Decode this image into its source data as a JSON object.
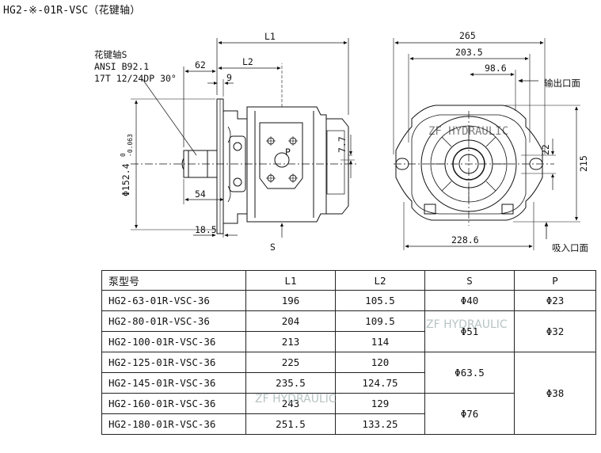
{
  "title": "HG2-※-01R-VSC（花键轴）",
  "watermark": "ZF HYDRAULIC",
  "side_view": {
    "spline_label": "花键轴S",
    "spline_std": "ANSI B92.1",
    "spline_spec": "17T 12/24DP 30°",
    "dim_L1": "L1",
    "dim_L2": "L2",
    "dim_62": "62",
    "dim_9": "9",
    "dim_54": "54",
    "dim_18_5": "18.5",
    "dim_7_7": "7.7",
    "dim_diameter": "Φ152.4",
    "dim_tol_upper": "0",
    "dim_tol_lower": "-0.063",
    "label_P": "P",
    "label_S": "S"
  },
  "front_view": {
    "dim_265": "265",
    "dim_203_5": "203.5",
    "dim_98_6": "98.6",
    "dim_22": "22",
    "dim_215": "215",
    "dim_228_6": "228.6",
    "outlet_label": "输出口面",
    "inlet_label": "吸入口面"
  },
  "table": {
    "headers": [
      "泵型号",
      "L1",
      "L2",
      "S",
      "P"
    ],
    "rows": [
      {
        "model": "HG2-63-01R-VSC-36",
        "L1": "196",
        "L2": "105.5"
      },
      {
        "model": "HG2-80-01R-VSC-36",
        "L1": "204",
        "L2": "109.5"
      },
      {
        "model": "HG2-100-01R-VSC-36",
        "L1": "213",
        "L2": "114"
      },
      {
        "model": "HG2-125-01R-VSC-36",
        "L1": "225",
        "L2": "120"
      },
      {
        "model": "HG2-145-01R-VSC-36",
        "L1": "235.5",
        "L2": "124.75"
      },
      {
        "model": "HG2-160-01R-VSC-36",
        "L1": "243",
        "L2": "129"
      },
      {
        "model": "HG2-180-01R-VSC-36",
        "L1": "251.5",
        "L2": "133.25"
      }
    ],
    "S_groups": [
      "Φ40",
      "Φ51",
      "Φ63.5",
      "Φ76"
    ],
    "P_groups": [
      "Φ23",
      "Φ32",
      "Φ38"
    ]
  }
}
